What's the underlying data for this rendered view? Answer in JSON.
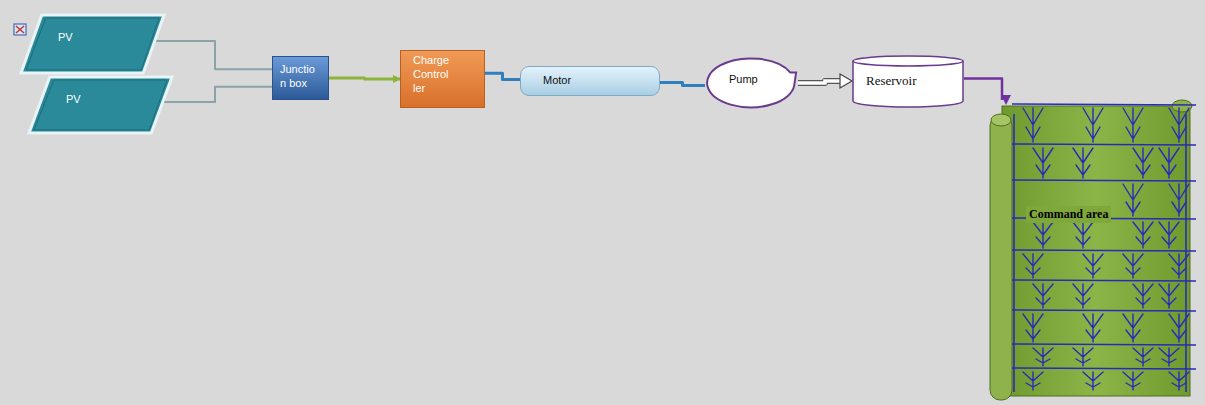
{
  "diagram": {
    "nodes": [
      {
        "text": [
          "PV"
        ]
      },
      {
        "text": [
          "PV"
        ]
      },
      {
        "text": [
          "Junctio n box"
        ]
      },
      {
        "text": [
          "Charge Control ler"
        ]
      },
      {
        "text": [
          "Motor"
        ]
      },
      {
        "text": [
          "Pump"
        ]
      },
      {
        "text": [
          "Reservoir"
        ]
      },
      {
        "text": [
          "Command area"
        ]
      }
    ],
    "edges": [
      {
        "from": 0,
        "to": 2,
        "arrow": "none"
      },
      {
        "from": 1,
        "to": 2,
        "arrow": "none"
      },
      {
        "from": 2,
        "to": 3,
        "arrow": "to"
      },
      {
        "from": 3,
        "to": 4,
        "arrow": "none"
      },
      {
        "from": 4,
        "to": 5,
        "arrow": "none"
      },
      {
        "from": 5,
        "to": 6,
        "arrow": "to"
      },
      {
        "from": 6,
        "to": 7,
        "arrow": "to"
      }
    ]
  }
}
